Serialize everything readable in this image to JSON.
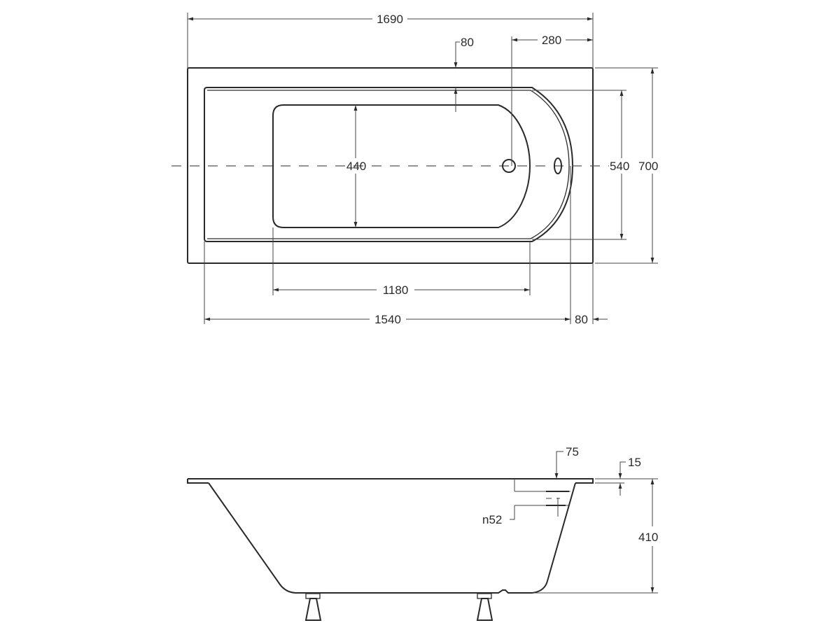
{
  "top_view": {
    "overall_length": "1690",
    "rim_top": "80",
    "drain_offset": "280",
    "basin_width": "440",
    "inner_width": "540",
    "overall_width": "700",
    "basin_length": "1180",
    "inner_length": "1540",
    "rim_end": "80"
  },
  "side_view": {
    "rim_depth": "75",
    "rim_thickness": "15",
    "overflow": "n52",
    "height": "410"
  },
  "colors": {
    "line": "#2a2a2a",
    "background": "#ffffff"
  }
}
